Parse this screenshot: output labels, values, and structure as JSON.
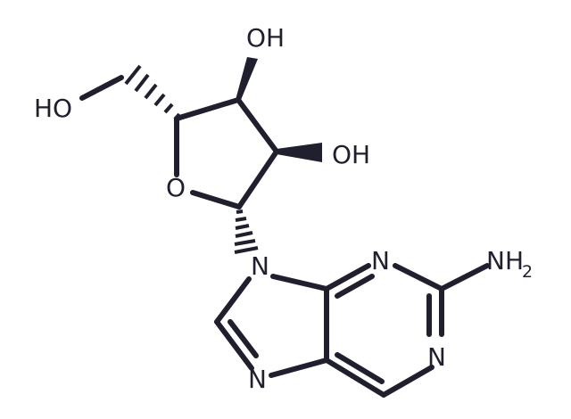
{
  "molecule": {
    "labels": {
      "oh_top": "OH",
      "oh_right": "OH",
      "ho_left": "HO",
      "ring_oxygen": "O",
      "n9": "N",
      "n3": "N",
      "n1": "N",
      "n7": "N",
      "amine_n": "NH",
      "amine_sub": "2"
    }
  }
}
